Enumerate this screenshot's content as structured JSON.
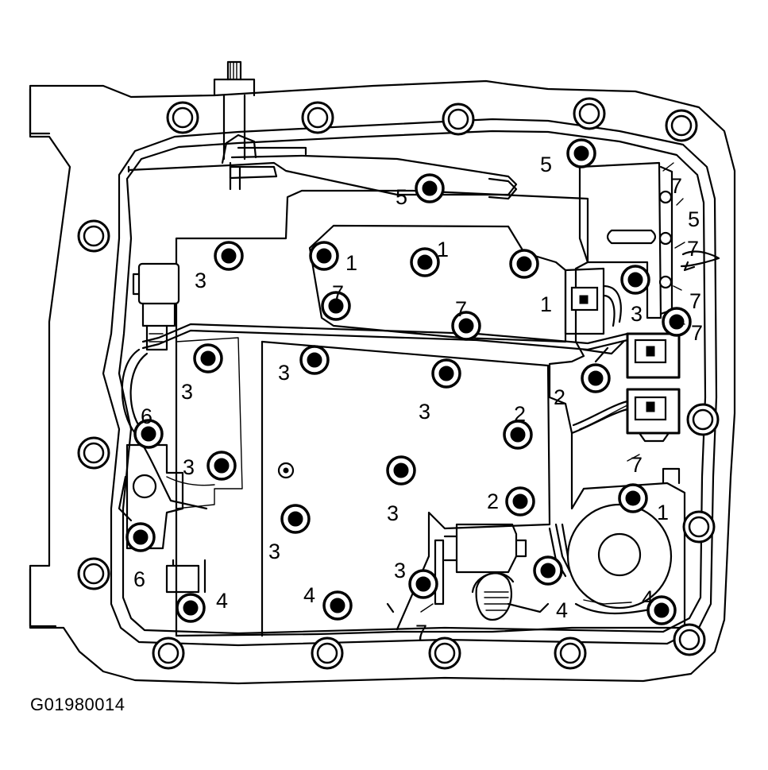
{
  "figure_code": "G01980014",
  "callouts": [
    {
      "label": "1"
    },
    {
      "label": "1"
    },
    {
      "label": "1"
    },
    {
      "label": "1"
    },
    {
      "label": "2"
    },
    {
      "label": "2"
    },
    {
      "label": "2"
    },
    {
      "label": "3"
    },
    {
      "label": "3"
    },
    {
      "label": "3"
    },
    {
      "label": "3"
    },
    {
      "label": "3"
    },
    {
      "label": "3"
    },
    {
      "label": "3"
    },
    {
      "label": "3"
    },
    {
      "label": "3"
    },
    {
      "label": "4"
    },
    {
      "label": "4"
    },
    {
      "label": "4"
    },
    {
      "label": "4"
    },
    {
      "label": "5"
    },
    {
      "label": "5"
    },
    {
      "label": "5"
    },
    {
      "label": "6"
    },
    {
      "label": "6"
    },
    {
      "label": "7"
    },
    {
      "label": "7"
    },
    {
      "label": "7"
    },
    {
      "label": "7"
    },
    {
      "label": "7"
    },
    {
      "label": "7"
    },
    {
      "label": "7"
    },
    {
      "label": "7"
    }
  ]
}
